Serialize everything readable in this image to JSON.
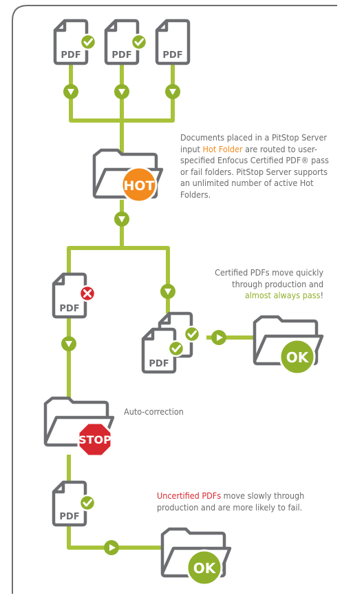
{
  "labels": {
    "pdf": "PDF",
    "hot": "HOT",
    "stop": "STOP",
    "ok": "OK"
  },
  "texts": {
    "hot_folder": {
      "part1": "Documents placed in a PitStop Server input ",
      "highlight": "Hot Folder",
      "part2": " are routed to user-specified Enfocus Certified PDF® pass or fail folders. PitStop Server supports an unlimited number of active Hot Folders."
    },
    "certified": {
      "part1": "Certified PDFs move quickly through production and ",
      "highlight": "almost always pass",
      "part2": "!"
    },
    "autocorrection": "Auto-correction",
    "uncertified": {
      "highlight": "Uncertified PDFs",
      "part2": " move slowly through production and are more likely to fail."
    }
  },
  "colors": {
    "line_green": "#a8c33a",
    "arrow_green": "#8fb02b",
    "hot_orange": "#f28a1e",
    "stop_red": "#d8282f",
    "ok_green": "#8fb02b",
    "outline_gray": "#6d6e71",
    "frame_gray": "#6d6e71"
  },
  "icons": [
    "pdf-document-icon",
    "check-badge-icon",
    "x-badge-icon",
    "folder-icon",
    "hot-badge-icon",
    "stop-sign-icon",
    "ok-badge-icon",
    "arrow-down-icon",
    "arrow-right-icon"
  ]
}
